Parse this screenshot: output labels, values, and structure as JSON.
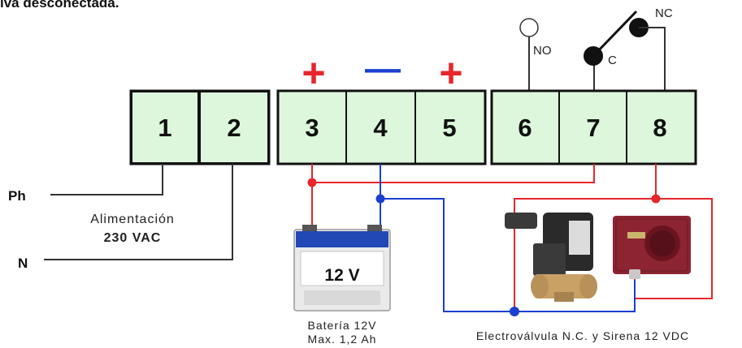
{
  "title": "iva desconectada.",
  "terminals": [
    "1",
    "2",
    "3",
    "4",
    "5",
    "6",
    "7",
    "8"
  ],
  "polarity": {
    "t3": "+",
    "t4": "—",
    "t5": "+"
  },
  "relay": {
    "no": "NO",
    "c": "C",
    "nc": "NC"
  },
  "inputs": {
    "phase": "Ph",
    "neutral": "N"
  },
  "supply": {
    "line1": "Alimentación",
    "line2": "230  VAC"
  },
  "battery": {
    "face_label": "12 V",
    "caption1": "Batería  12V",
    "caption2": "Max.  1,2  Ah"
  },
  "loads_caption": "Electroválvula N.C. y Sirena 12 VDC",
  "colors": {
    "positive": "#e8262b",
    "negative": "#1a3fd1",
    "terminal_fill": "#ddf7dd",
    "wire": "#333333"
  }
}
